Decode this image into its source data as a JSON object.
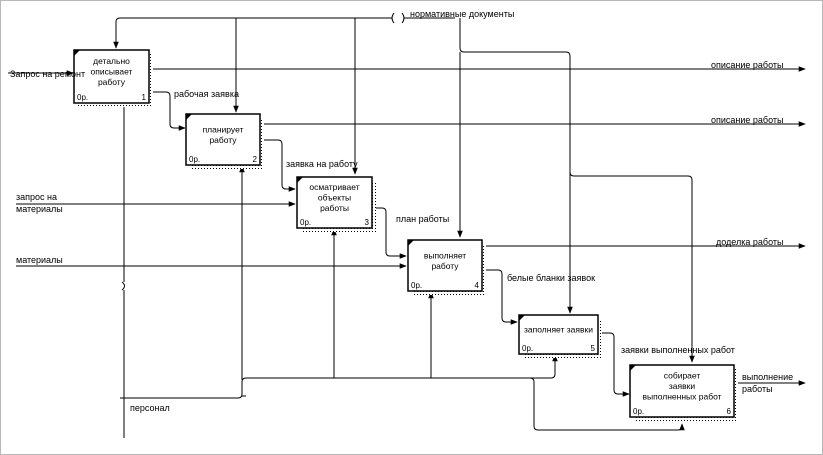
{
  "diagram": {
    "boxes": [
      {
        "id": "b1",
        "lines": [
          "детально",
          "описывает",
          "работу"
        ],
        "cost": "0р.",
        "num": "1"
      },
      {
        "id": "b2",
        "lines": [
          "планирует",
          "работу"
        ],
        "cost": "0р.",
        "num": "2"
      },
      {
        "id": "b3",
        "lines": [
          "осматривает",
          "объекты",
          "работы"
        ],
        "cost": "0р.",
        "num": "3"
      },
      {
        "id": "b4",
        "lines": [
          "выполняет",
          "работу"
        ],
        "cost": "0р.",
        "num": "4"
      },
      {
        "id": "b5",
        "lines": [
          "заполняет заявки"
        ],
        "cost": "0р.",
        "num": "5"
      },
      {
        "id": "b6",
        "lines": [
          "собирает",
          "заявки",
          "выполненных работ"
        ],
        "cost": "0р.",
        "num": "6"
      }
    ],
    "labels": {
      "input_repair_request": "Запрос на ремонт",
      "input_materials_request_1": "запрос на",
      "input_materials_request_2": "материалы",
      "input_materials": "материалы",
      "control_normative": "нормативные документы",
      "mech_personnel": "персонал",
      "arrow_work_order": "рабочая заявка",
      "arrow_request_work": "заявка на работу",
      "arrow_work_plan": "план работы",
      "arrow_blank_forms": "белые бланки заявок",
      "arrow_completed_requests": "заявки выполненных работ",
      "out_work_description_1": "описание работы",
      "out_work_description_2": "описание работы",
      "out_rework": "доделка работы",
      "out_completion_1": "выполнение",
      "out_completion_2": "работы"
    }
  }
}
